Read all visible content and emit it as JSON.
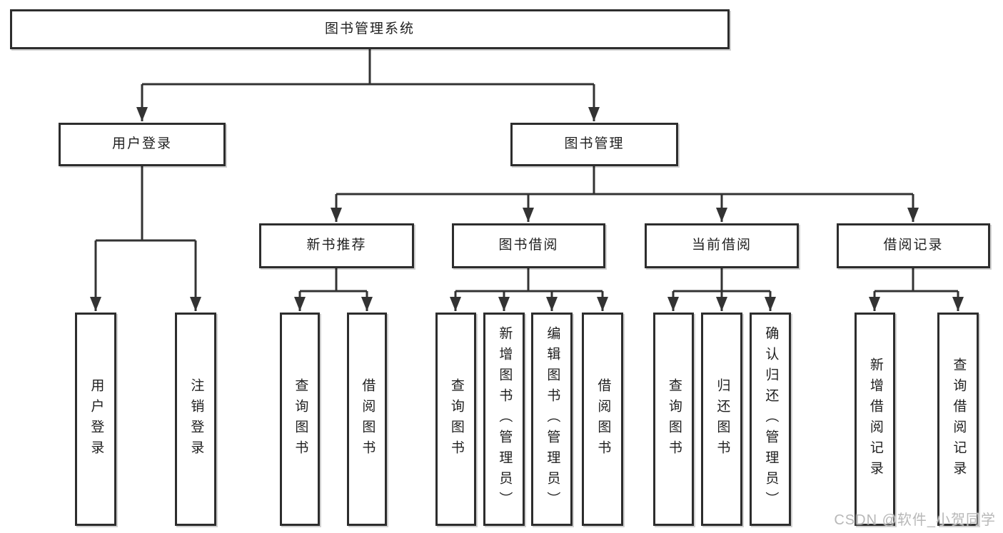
{
  "tree": {
    "root": {
      "label": "图书管理系统"
    },
    "branches": [
      {
        "label": "用户登录",
        "leaves": [
          "用户登录",
          "注销登录"
        ]
      },
      {
        "label": "图书管理",
        "groups": [
          {
            "label": "新书推荐",
            "leaves": [
              "查询图书",
              "借阅图书"
            ]
          },
          {
            "label": "图书借阅",
            "leaves": [
              "查询图书",
              "新增图书（管理员）",
              "编辑图书（管理员）",
              "借阅图书"
            ]
          },
          {
            "label": "当前借阅",
            "leaves": [
              "查询图书",
              "归还图书",
              "确认归还（管理员）"
            ]
          },
          {
            "label": "借阅记录",
            "leaves": [
              "新增借阅记录",
              "查询借阅记录"
            ]
          }
        ]
      }
    ]
  },
  "watermark": {
    "text": "CSDN @软件_小贺同学"
  },
  "colors": {
    "line": "#333333",
    "box-border": "#2d2d2d",
    "box-bg": "#ffffff",
    "text": "#1f1f1f",
    "watermark": "#b8b8b8",
    "background": "#ffffff"
  }
}
